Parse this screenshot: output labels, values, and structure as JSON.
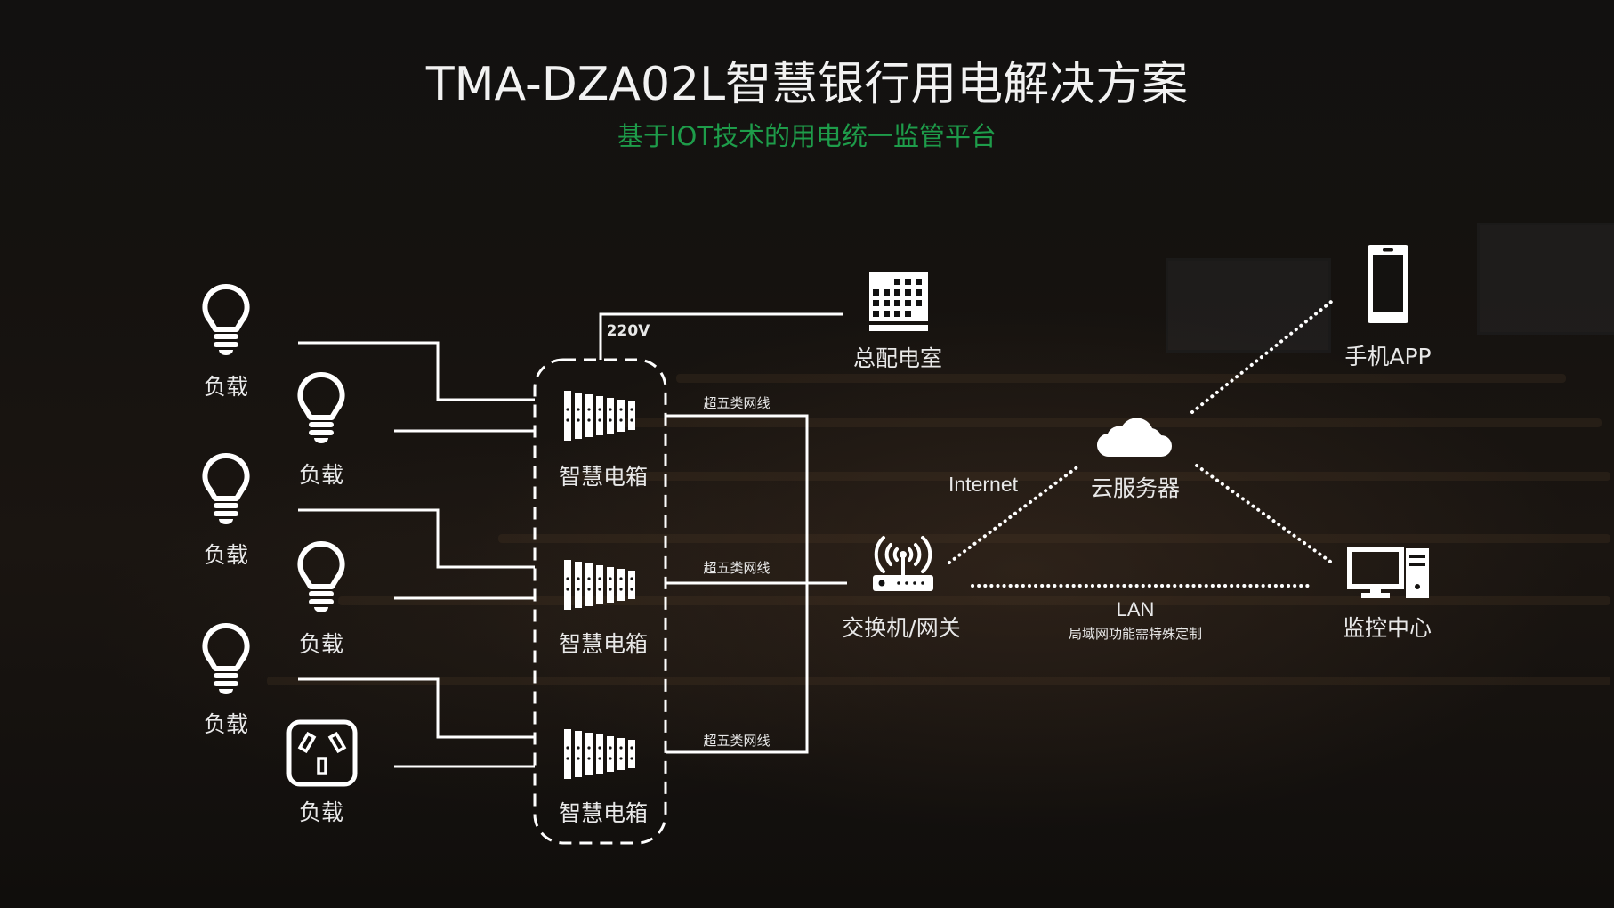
{
  "header": {
    "title": "TMA-DZA02L智慧银行用电解决方案",
    "subtitle": "基于IOT技术的用电统一监管平台",
    "subtitle_color": "#1e9c4a"
  },
  "loads": [
    {
      "icon": "lightbulb-icon",
      "label": "负载"
    },
    {
      "icon": "lightbulb-icon",
      "label": "负载"
    },
    {
      "icon": "lightbulb-icon",
      "label": "负载"
    },
    {
      "icon": "lightbulb-icon",
      "label": "负载"
    },
    {
      "icon": "lightbulb-icon",
      "label": "负载"
    },
    {
      "icon": "power-socket-icon",
      "label": "负载"
    }
  ],
  "smart_boxes": [
    {
      "icon": "smart-electric-box-icon",
      "label": "智慧电箱",
      "cable_label": "超五类网线"
    },
    {
      "icon": "smart-electric-box-icon",
      "label": "智慧电箱",
      "cable_label": "超五类网线"
    },
    {
      "icon": "smart-electric-box-icon",
      "label": "智慧电箱",
      "cable_label": "超五类网线"
    }
  ],
  "power": {
    "voltage_label": "220V",
    "room_icon": "distribution-room-icon",
    "room_label": "总配电室"
  },
  "network": {
    "gateway_icon": "router-icon",
    "gateway_label": "交换机/网关",
    "internet_label": "Internet",
    "cloud_icon": "cloud-icon",
    "cloud_label": "云服务器",
    "phone_icon": "smartphone-icon",
    "phone_label": "手机APP",
    "monitor_icon": "desktop-computer-icon",
    "monitor_label": "监控中心",
    "lan_label": "LAN",
    "lan_note": "局域网功能需特殊定制"
  }
}
